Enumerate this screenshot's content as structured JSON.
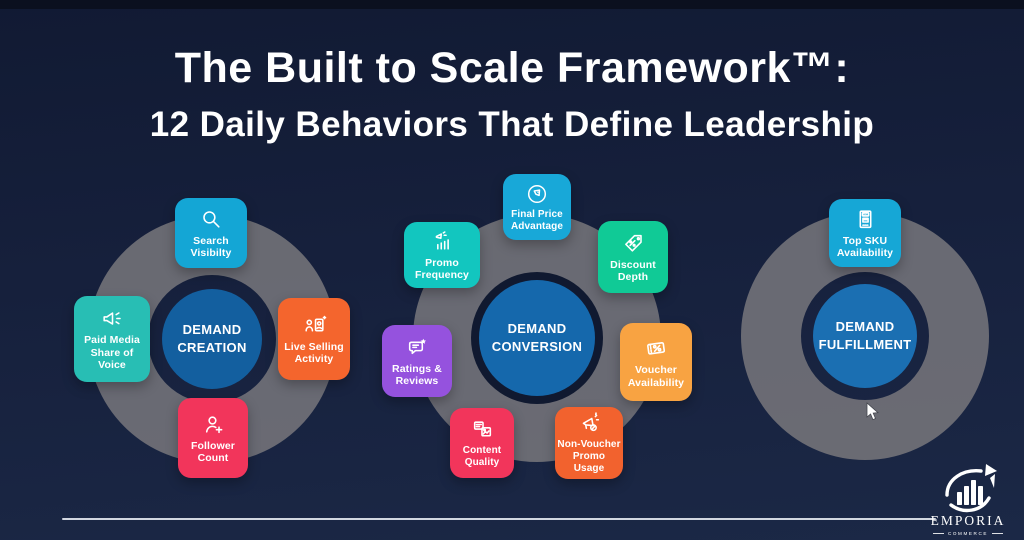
{
  "page": {
    "title_line1": "The Built to Scale Framework™:",
    "title_line2": "12 Daily Behaviors That Define Leadership"
  },
  "diagrams": [
    {
      "name": "demand-creation",
      "center_label": "DEMAND\nCREATION",
      "tiles": [
        {
          "id": "search-visibility",
          "label": "Search\nVisibilty",
          "icon": "search-icon",
          "color": "#14a6d5"
        },
        {
          "id": "paid-media-share-of-voice",
          "label": "Paid Media\nShare of\nVoice",
          "icon": "megaphone-icon",
          "color": "#28beb4"
        },
        {
          "id": "live-selling-activity",
          "label": "Live Selling\nActivity",
          "icon": "live-stream-icon",
          "color": "#f4652d"
        },
        {
          "id": "follower-count",
          "label": "Follower\nCount",
          "icon": "add-follower-icon",
          "color": "#f2355b"
        }
      ]
    },
    {
      "name": "demand-conversion",
      "center_label": "DEMAND\nCONVERSION",
      "tiles": [
        {
          "id": "final-price-advantage",
          "label": "Final Price\nAdvantage",
          "icon": "price-tag-circle-icon",
          "color": "#18a8d8"
        },
        {
          "id": "promo-frequency",
          "label": "Promo\nFrequency",
          "icon": "promo-chart-icon",
          "color": "#12c6bf"
        },
        {
          "id": "discount-depth",
          "label": "Discount\nDepth",
          "icon": "discount-tag-icon",
          "color": "#10ca96"
        },
        {
          "id": "ratings-reviews",
          "label": "Ratings &\nReviews",
          "icon": "review-bubble-star-icon",
          "color": "#9552de"
        },
        {
          "id": "voucher-availability",
          "label": "Voucher\nAvailability",
          "icon": "voucher-ticket-icon",
          "color": "#f8a342"
        },
        {
          "id": "content-quality",
          "label": "Content\nQuality",
          "icon": "content-cards-icon",
          "color": "#f2355b"
        },
        {
          "id": "non-voucher-promo-usage",
          "label": "Non-Voucher\nPromo Usage",
          "icon": "promo-megaphone-percent-icon",
          "color": "#f2622e"
        }
      ]
    },
    {
      "name": "demand-fulfillment",
      "center_label": "DEMAND\nFULFILLMENT",
      "tiles": [
        {
          "id": "top-sku-availability",
          "label": "Top SKU\nAvailability",
          "icon": "sku-document-icon",
          "color": "#16a7d6"
        }
      ]
    }
  ],
  "logo": {
    "brand": "EMPORIA",
    "sub": "COMMERCE",
    "mark": "growth-chart-arrow-logo"
  },
  "cursor": {
    "type": "arrow-pointer"
  },
  "colors": {
    "background": "#16203c",
    "ring_gray": "#717177",
    "hub_blue": "#1565a8",
    "title_text": "#ffffff",
    "bottom_rule": "#e2e6ee"
  }
}
